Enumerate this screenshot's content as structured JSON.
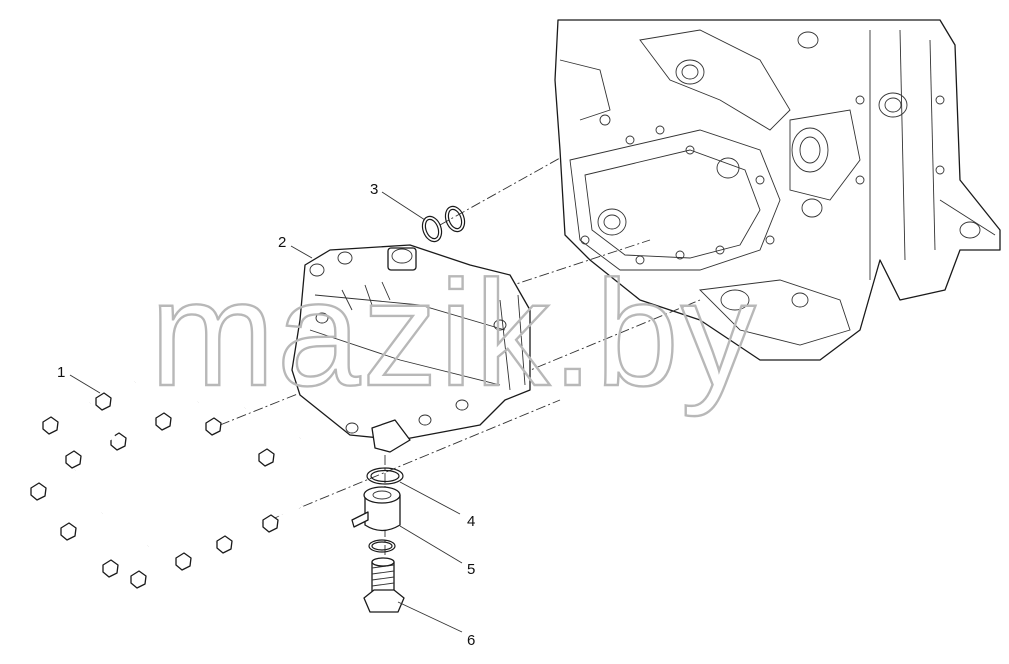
{
  "watermark": "mazik.by",
  "callouts": [
    {
      "id": "1",
      "label": "1"
    },
    {
      "id": "2",
      "label": "2"
    },
    {
      "id": "3",
      "label": "3"
    },
    {
      "id": "4",
      "label": "4"
    },
    {
      "id": "5",
      "label": "5"
    },
    {
      "id": "6",
      "label": "6"
    }
  ]
}
